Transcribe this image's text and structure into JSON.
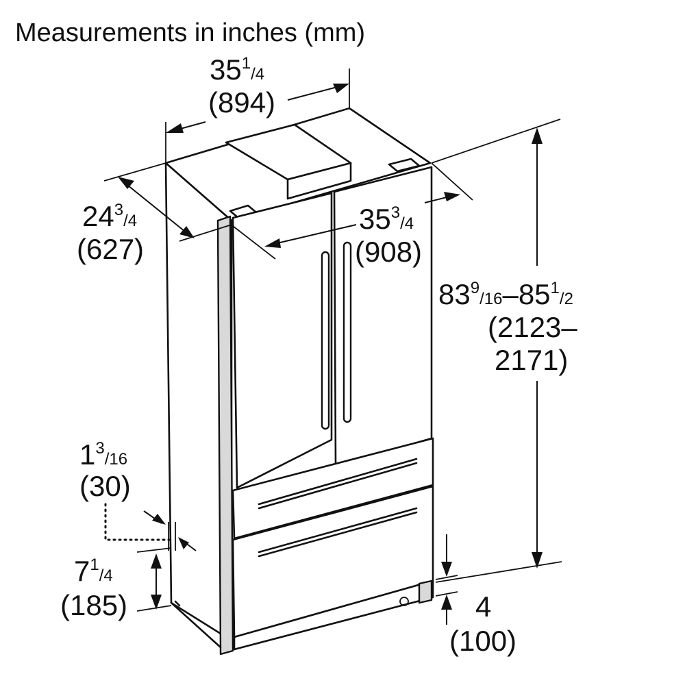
{
  "title": "Measurements in inches (mm)",
  "dimensions": {
    "width": {
      "whole": "35",
      "frac_num": "1",
      "frac_den": "4",
      "mm": "(894)"
    },
    "depth": {
      "whole": "24",
      "frac_num": "3",
      "frac_den": "4",
      "mm": "(627)"
    },
    "door_width": {
      "whole": "35",
      "frac_num": "3",
      "frac_den": "4",
      "mm": "(908)"
    },
    "height": {
      "min_whole": "83",
      "min_num": "9",
      "min_den": "16",
      "dash": "–",
      "max_whole": "85",
      "max_num": "1",
      "max_den": "2",
      "mm_line1": "(2123–",
      "mm_line2": "2171)"
    },
    "side_gap": {
      "whole": "1",
      "frac_num": "3",
      "frac_den": "16",
      "mm": "(30)"
    },
    "toe_kick": {
      "whole": "7",
      "frac_num": "1",
      "frac_den": "4",
      "mm": "(185)"
    },
    "base_height": {
      "value": "4",
      "mm": "(100)"
    }
  }
}
